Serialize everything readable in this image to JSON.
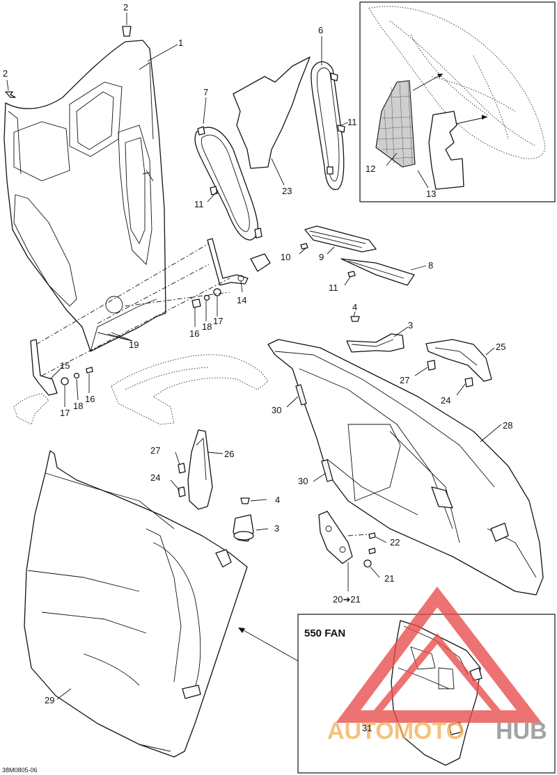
{
  "drawing_code": "38M0805-06",
  "inset_title": "550 FAN",
  "callouts": {
    "c1": "1",
    "c2a": "2",
    "c2b": "2",
    "c3a": "3",
    "c3b": "3",
    "c4a": "4",
    "c4b": "4",
    "c6": "6",
    "c7": "7",
    "c8": "8",
    "c9": "9",
    "c10": "10",
    "c11a": "11",
    "c11b": "11",
    "c11c": "11",
    "c12": "12",
    "c13": "13",
    "c14": "14",
    "c15": "15",
    "c16a": "16",
    "c16b": "16",
    "c17a": "17",
    "c17b": "17",
    "c18a": "18",
    "c18b": "18",
    "c19": "19",
    "c20": "20➔21",
    "c21": "21",
    "c22": "22",
    "c23": "23",
    "c24a": "24",
    "c24b": "24",
    "c25": "25",
    "c26": "26",
    "c27a": "27",
    "c27b": "27",
    "c28": "28",
    "c29": "29",
    "c30a": "30",
    "c30b": "30",
    "c31": "31"
  },
  "watermark": {
    "part1": "AUTOMOTO",
    "part2": "HUB",
    "color_orange": "#f2b15a",
    "color_red": "#e84b4b",
    "color_grey": "#8a8a8a"
  }
}
